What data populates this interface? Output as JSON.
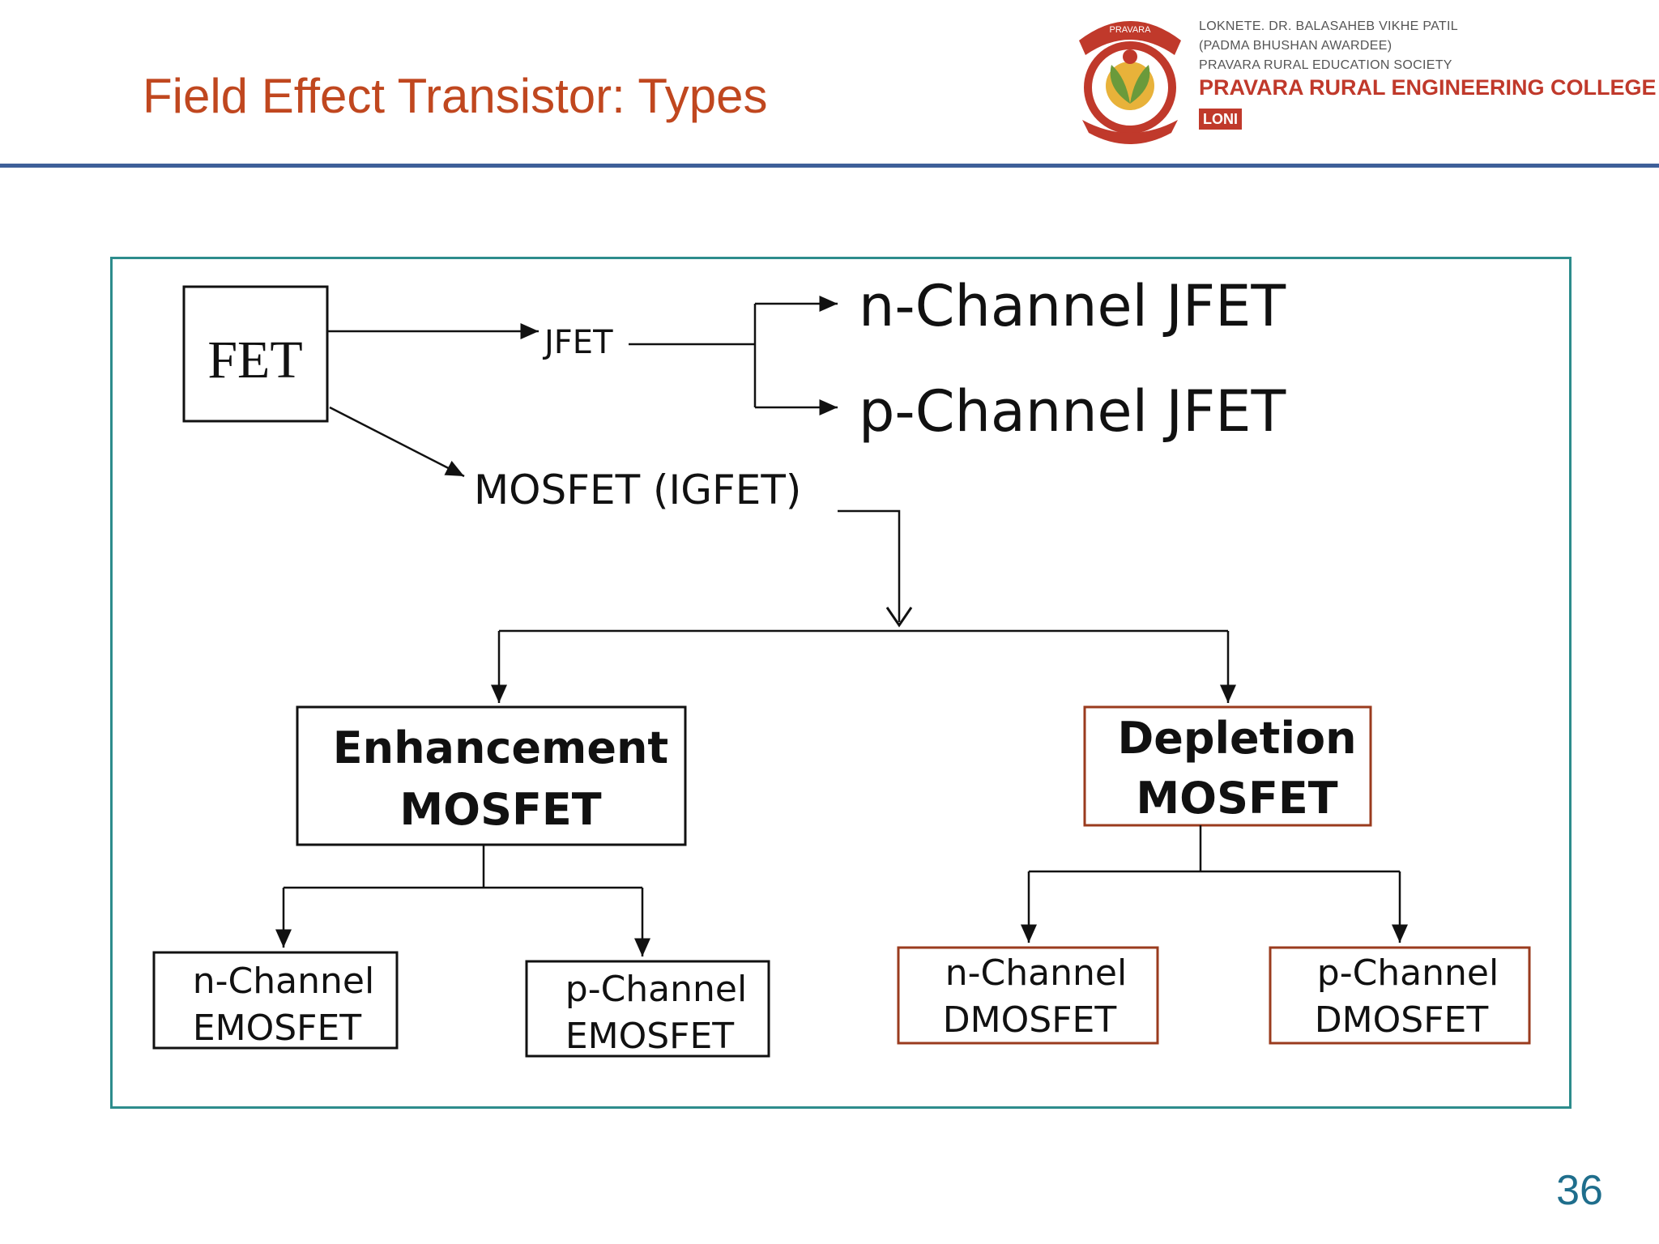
{
  "slide": {
    "title": "Field Effect Transistor: Types",
    "page_number": "36"
  },
  "college": {
    "line1": "LOKNETE. DR. BALASAHEB VIKHE PATIL",
    "line2": "(PADMA BHUSHAN AWARDEE)",
    "line3": "PRAVARA RURAL EDUCATION SOCIETY",
    "name": "PRAVARA RURAL ENGINEERING COLLEGE",
    "badge": "LONI",
    "logo_ribbon": "PRAVARA",
    "colors": {
      "accent": "#c0392b",
      "title": "#c0471f",
      "rule": "#3e5f99",
      "frame": "#2d8c8c"
    }
  },
  "diagram": {
    "fet": "FET",
    "jfet": "JFET",
    "mosfet": "MOSFET (IGFET)",
    "n_jfet": "n-Channel JFET",
    "p_jfet": "p-Channel JFET",
    "enhancement": [
      "Enhancement",
      "MOSFET"
    ],
    "depletion": [
      "Depletion",
      "MOSFET"
    ],
    "n_emosfet": [
      "n-Channel",
      "EMOSFET"
    ],
    "p_emosfet": [
      "p-Channel",
      "EMOSFET"
    ],
    "n_dmosfet": [
      "n-Channel",
      "DMOSFET"
    ],
    "p_dmosfet": [
      "p-Channel",
      "DMOSFET"
    ],
    "box_colors": {
      "black": "#111111",
      "brown": "#9a3b1e"
    }
  }
}
